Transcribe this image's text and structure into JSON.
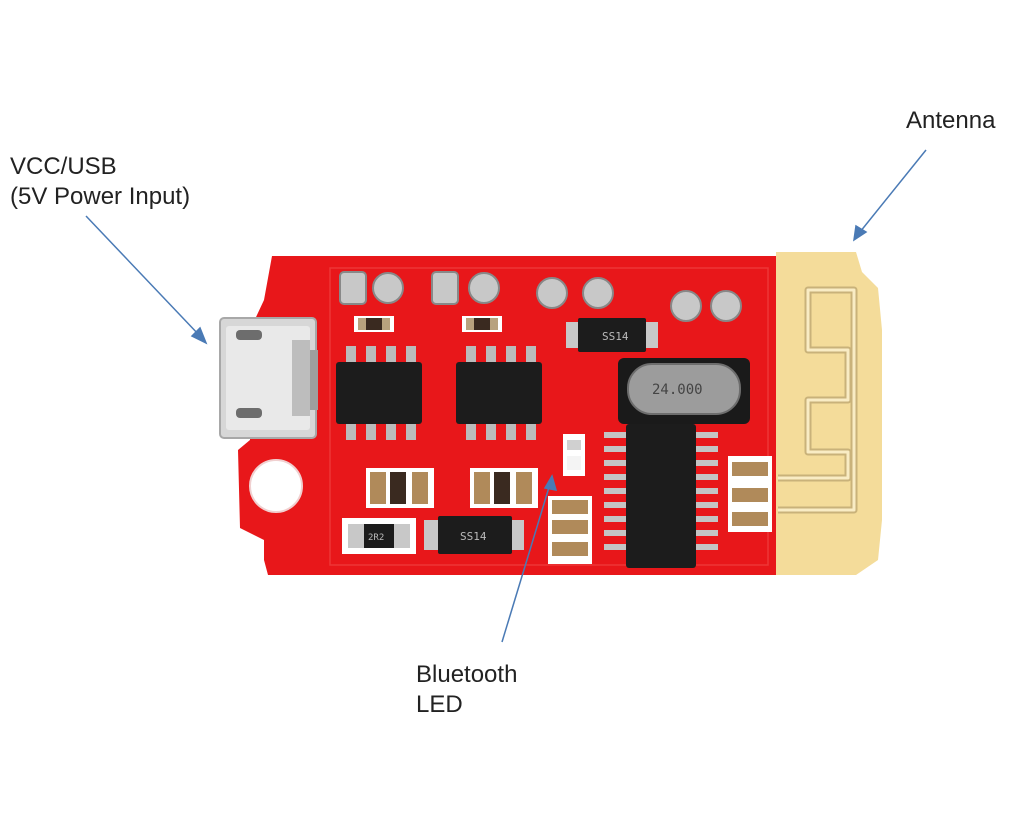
{
  "labels": {
    "vcc_line1": "VCC/USB",
    "vcc_line2": "(5V Power Input)",
    "antenna": "Antenna",
    "bluetooth_line1": "Bluetooth",
    "bluetooth_line2": "LED"
  },
  "component_markings": {
    "diode_top": "SS14",
    "diode_bottom": "SS14",
    "crystal": "24.000",
    "resistor_small": "2R2"
  },
  "colors": {
    "pcb": "#e8171a",
    "antenna_area": "#f4dc9a",
    "arrow": "#4a7ab5",
    "chip": "#1c1c1c",
    "pad": "#c8c8c8"
  }
}
